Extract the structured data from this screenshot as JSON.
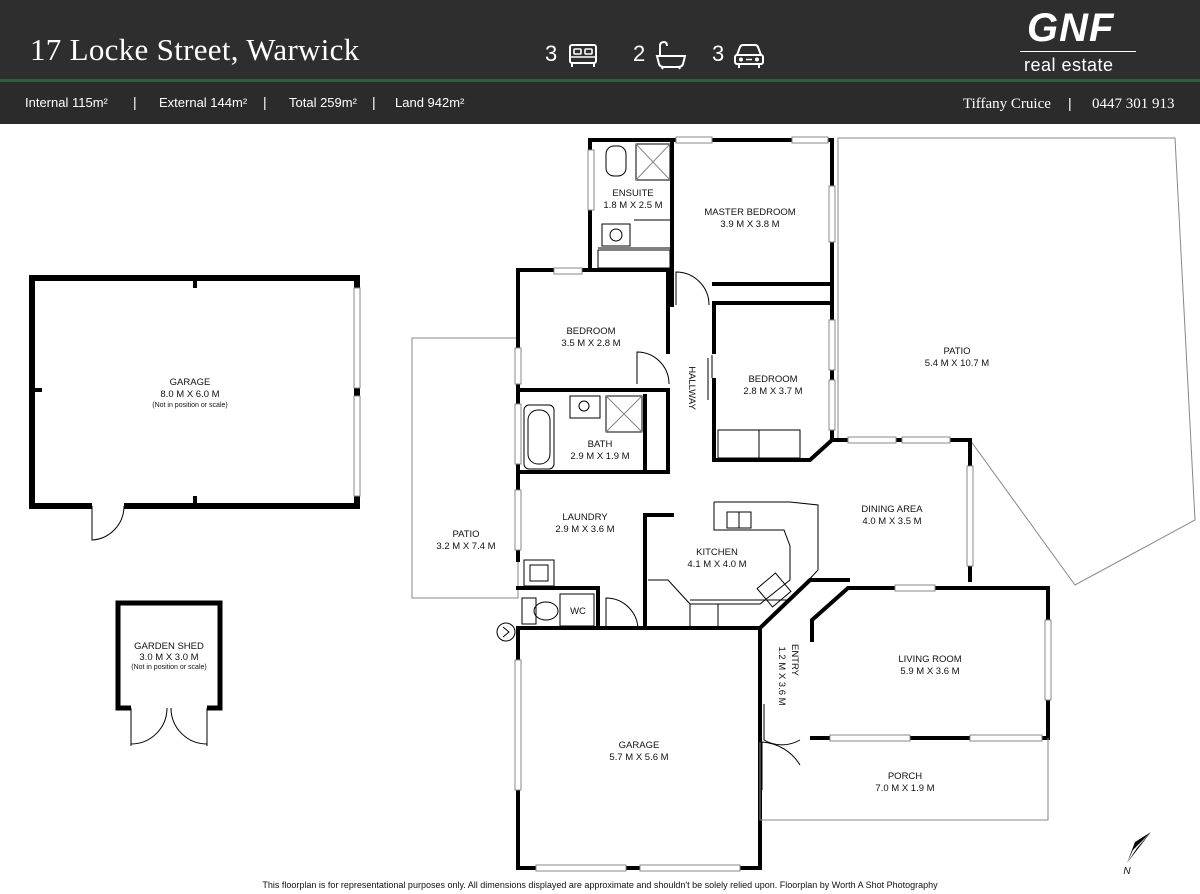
{
  "header": {
    "address": "17 Locke Street, Warwick",
    "features": [
      {
        "count": "3",
        "icon": "bed-icon"
      },
      {
        "count": "2",
        "icon": "bath-icon"
      },
      {
        "count": "3",
        "icon": "car-icon"
      }
    ],
    "logo": {
      "main": "GNF",
      "sub": "real estate"
    },
    "stats": {
      "internal": "Internal  115m²",
      "external": "External 144m²",
      "total": "Total 259m²",
      "land": "Land 942m²"
    },
    "separator": "|",
    "agent": {
      "name": "Tiffany Cruice",
      "phone": "0447 301 913"
    }
  },
  "rooms": {
    "ensuite": {
      "name": "ENSUITE",
      "dims": "1.8 M X 2.5 M"
    },
    "master_bedroom": {
      "name": "MASTER BEDROOM",
      "dims": "3.9 M X 3.8 M"
    },
    "bedroom_1": {
      "name": "BEDROOM",
      "dims": "3.5 M X 2.8 M"
    },
    "bedroom_2": {
      "name": "BEDROOM",
      "dims": "2.8 M X 3.7 M"
    },
    "hallway": {
      "name": "HALLWAY"
    },
    "bath": {
      "name": "BATH",
      "dims": "2.9 M X 1.9 M"
    },
    "laundry": {
      "name": "LAUNDRY",
      "dims": "2.9 M X 3.6 M"
    },
    "wc": {
      "name": "WC"
    },
    "kitchen": {
      "name": "KITCHEN",
      "dims": "4.1 M X 4.0 M"
    },
    "dining": {
      "name": "DINING AREA",
      "dims": "4.0 M X 3.5 M"
    },
    "patio_right": {
      "name": "PATIO",
      "dims": "5.4 M X 10.7 M"
    },
    "patio_left": {
      "name": "PATIO",
      "dims": "3.2 M X 7.4 M"
    },
    "living": {
      "name": "LIVING ROOM",
      "dims": "5.9 M X 3.6 M"
    },
    "entry": {
      "name": "ENTRY",
      "dims": "1.2 M X 3.6 M"
    },
    "porch": {
      "name": "PORCH",
      "dims": "7.0 M X 1.9 M"
    },
    "garage_main": {
      "name": "GARAGE",
      "dims": "5.7 M X 5.6 M"
    },
    "garage_detached": {
      "name": "GARAGE",
      "dims": "8.0 M X 6.0 M",
      "note": "(Not in position or scale)"
    },
    "garden_shed": {
      "name": "GARDEN SHED",
      "dims": "3.0 M X 3.0 M",
      "note": "(Not in position or scale)"
    }
  },
  "compass": {
    "label": "N"
  },
  "disclaimer": "This floorplan is for representational purposes only. All dimensions displayed are approximate and shouldn't be solely relied upon. Floorplan by Worth A Shot Photography"
}
